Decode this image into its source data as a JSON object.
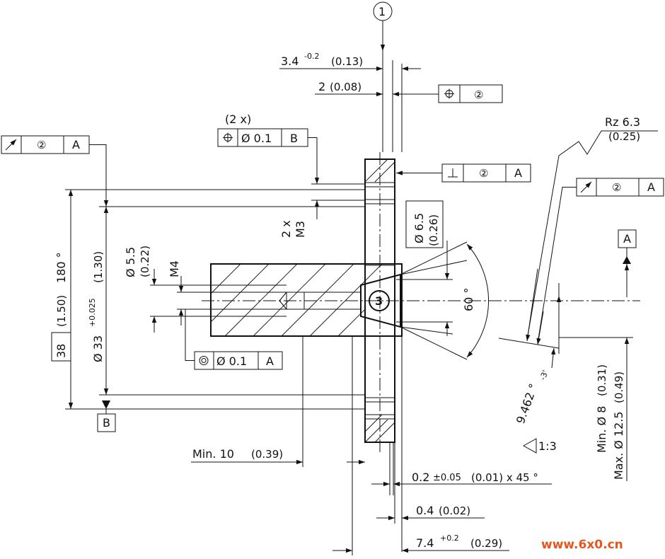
{
  "dims": {
    "d1": "3.4",
    "d1_tol": "-0.2",
    "d1_in": "(0.13)",
    "d2": "2",
    "d2_in": "(0.08)",
    "d2x": "(2 x)",
    "pos_tol": "Ø 0.1",
    "pos_ref": "B",
    "runout_ref2": "②",
    "runout_refA": "A",
    "rz": "Rz 6.3",
    "rz_in": "(0.25)",
    "perp_ref2": "②",
    "perp_refA": "A",
    "pos2_ref": "②",
    "thread_count": "2 x",
    "thread": "M3",
    "d65": "Ø 6.5",
    "d65_in": "(0.26)",
    "d55": "Ø 5.5",
    "d55_in": "(0.22)",
    "m4": "M4",
    "d33": "Ø 33",
    "d33_tol": "+0.025",
    "d33_in": "(1.30)",
    "d38": "38",
    "d38_in": "(1.50)",
    "d180": "180 °",
    "conc": "Ø 0.1",
    "conc_ref": "A",
    "datumA": "A",
    "datumB": "B",
    "angle60": "60 °",
    "angle9": "9.462 °",
    "angle9_tol": "-3'",
    "taper": "1:3",
    "min8": "Min. Ø 8",
    "min8_in": "(0.31)",
    "max125": "Max. Ø 12.5",
    "max125_in": "(0.49)",
    "min10": "Min. 10",
    "min10_in": "(0.39)",
    "ch": "0.2",
    "ch_tol": "±0.05",
    "ch_in": "(0.01) x 45 °",
    "d04": "0.4",
    "d04_in": "(0.02)",
    "d74": "7.4",
    "d74_tol": "+0.2",
    "d74_in": "(0.29)",
    "bubble1": "1",
    "bubble3": "3",
    "circ2": "②"
  },
  "watermark": "www.6x0.cn"
}
